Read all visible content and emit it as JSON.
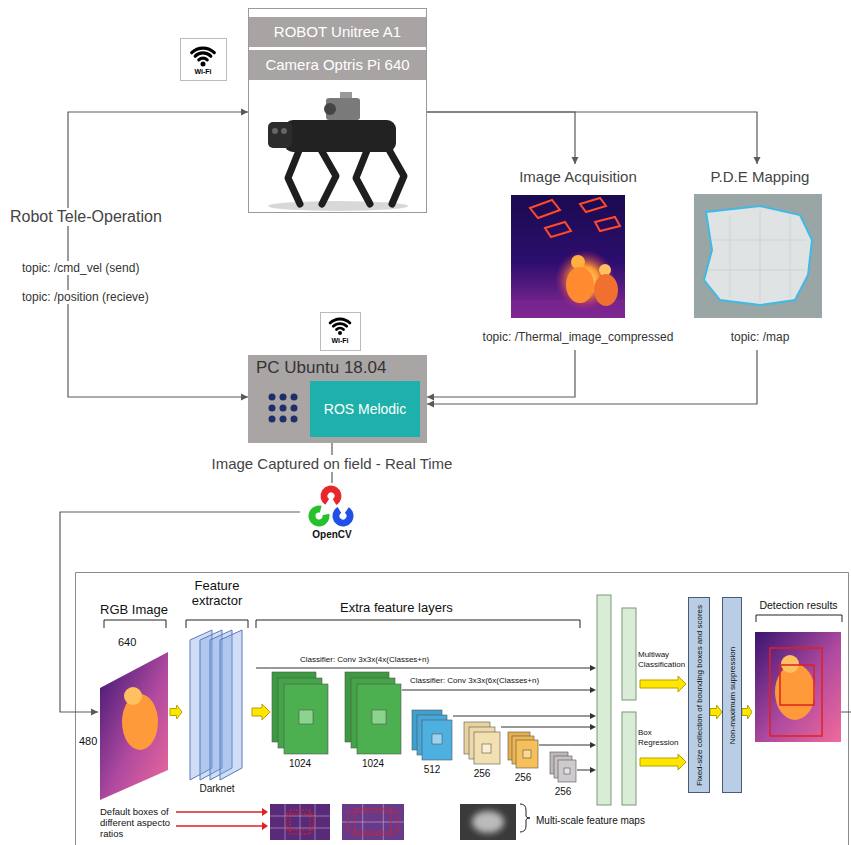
{
  "diagram": {
    "nodes": [
      {
        "text": [
          "ROBOT Unitree A1",
          "Camera Optris Pi 640"
        ]
      },
      {
        "text": [
          "Image Acquisition",
          "topic: /Thermal_image_compressed"
        ]
      },
      {
        "text": [
          "P.D.E Mapping",
          "topic: /map"
        ]
      },
      {
        "text": [
          "PC Ubuntu 18.04"
        ]
      },
      {
        "text": [
          "ROS Melodic"
        ],
        "in": 3
      },
      {
        "text": [
          "OpenCV"
        ]
      },
      {
        "text": [
          "RGB Image"
        ]
      },
      {
        "text": [
          "Feature extractor",
          "Darknet"
        ]
      },
      {
        "text": [
          "Fixed-size collection of bounding boxes and scores"
        ]
      },
      {
        "text": [
          "Non-maximum suppression"
        ]
      },
      {
        "text": [
          "Detection results"
        ]
      }
    ],
    "edges": [
      {
        "from": 3,
        "to": 0,
        "arrow": "both"
      },
      {
        "from": 0,
        "to": 1,
        "arrow": "to"
      },
      {
        "from": 0,
        "to": 2,
        "arrow": "to"
      },
      {
        "from": 1,
        "to": 3,
        "arrow": "to"
      },
      {
        "from": 2,
        "to": 3,
        "arrow": "to"
      },
      {
        "from": 3,
        "to": 5,
        "label": "Image Captured on field - Real Time",
        "arrow": "none"
      },
      {
        "from": 5,
        "to": 6,
        "arrow": "to"
      },
      {
        "from": 6,
        "to": 7,
        "arrow": "to"
      },
      {
        "from": 8,
        "to": 9,
        "arrow": "to"
      },
      {
        "from": 9,
        "to": 10,
        "arrow": "to"
      }
    ],
    "labels": [
      "Wi-Fi",
      "Wi-Fi",
      "Robot Tele-Operation",
      "topic: /cmd_vel (send)",
      "topic: /position (recieve)",
      "640",
      "480",
      "Extra feature layers",
      "Classifier: Conv 3x3x(4x(Classes+n)",
      "Classifier: Conv 3x3x(6x(Classes+n)",
      "1024",
      "1024",
      "512",
      "256",
      "256",
      "256",
      "Multiway Classification",
      "Box Regression",
      "Default boxes of different aspecto ratios",
      "Multi-scale feature maps"
    ]
  }
}
